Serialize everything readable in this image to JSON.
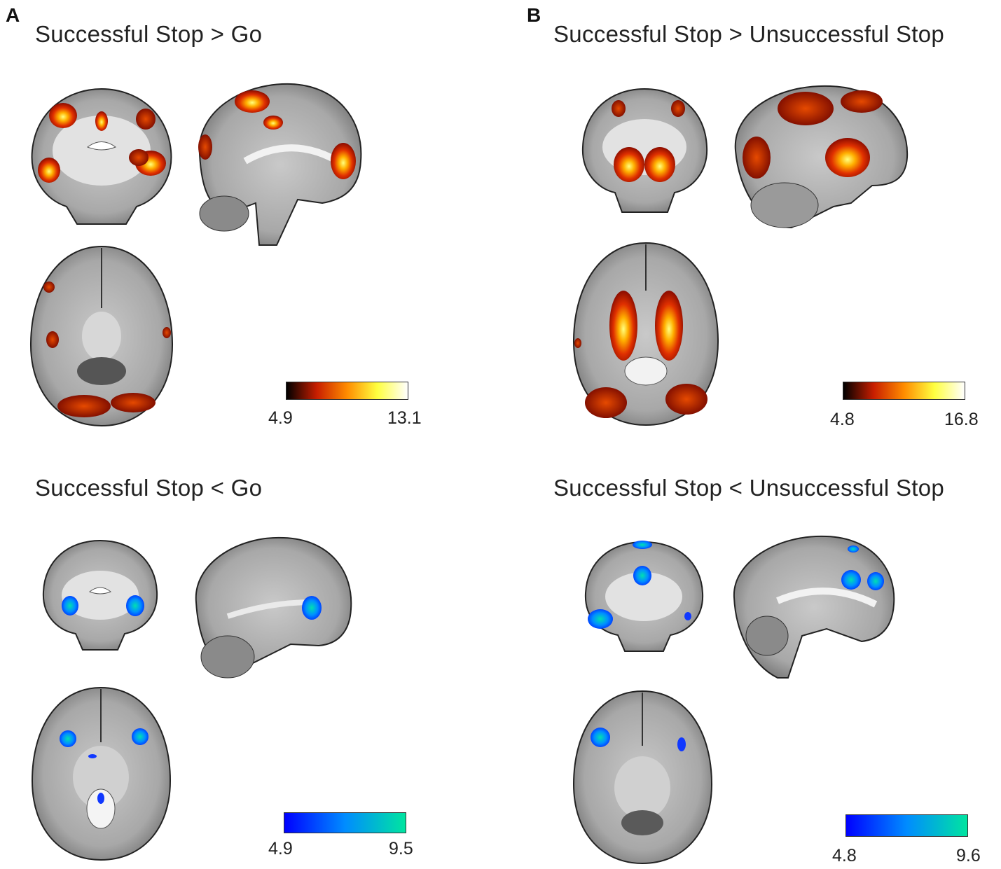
{
  "panels": {
    "a": {
      "letter": "A",
      "top": {
        "title": "Successful Stop > Go",
        "colorbar": {
          "min": "4.9",
          "max": "13.1",
          "colors": [
            "#000000",
            "#c81e00",
            "#ff8c00",
            "#ffff40",
            "#ffffff"
          ]
        }
      },
      "bottom": {
        "title": "Successful Stop < Go",
        "colorbar": {
          "min": "4.9",
          "max": "9.5",
          "colors": [
            "#0000ff",
            "#008cff",
            "#00e5a0"
          ]
        }
      }
    },
    "b": {
      "letter": "B",
      "top": {
        "title": "Successful Stop > Unsuccessful Stop",
        "colorbar": {
          "min": "4.8",
          "max": "16.8",
          "colors": [
            "#000000",
            "#c81e00",
            "#ff8c00",
            "#ffff40",
            "#ffffff"
          ]
        }
      },
      "bottom": {
        "title": "Successful Stop < Unsuccessful Stop",
        "colorbar": {
          "min": "4.8",
          "max": "9.6",
          "colors": [
            "#0000ff",
            "#008cff",
            "#00e5a0"
          ]
        }
      }
    }
  }
}
